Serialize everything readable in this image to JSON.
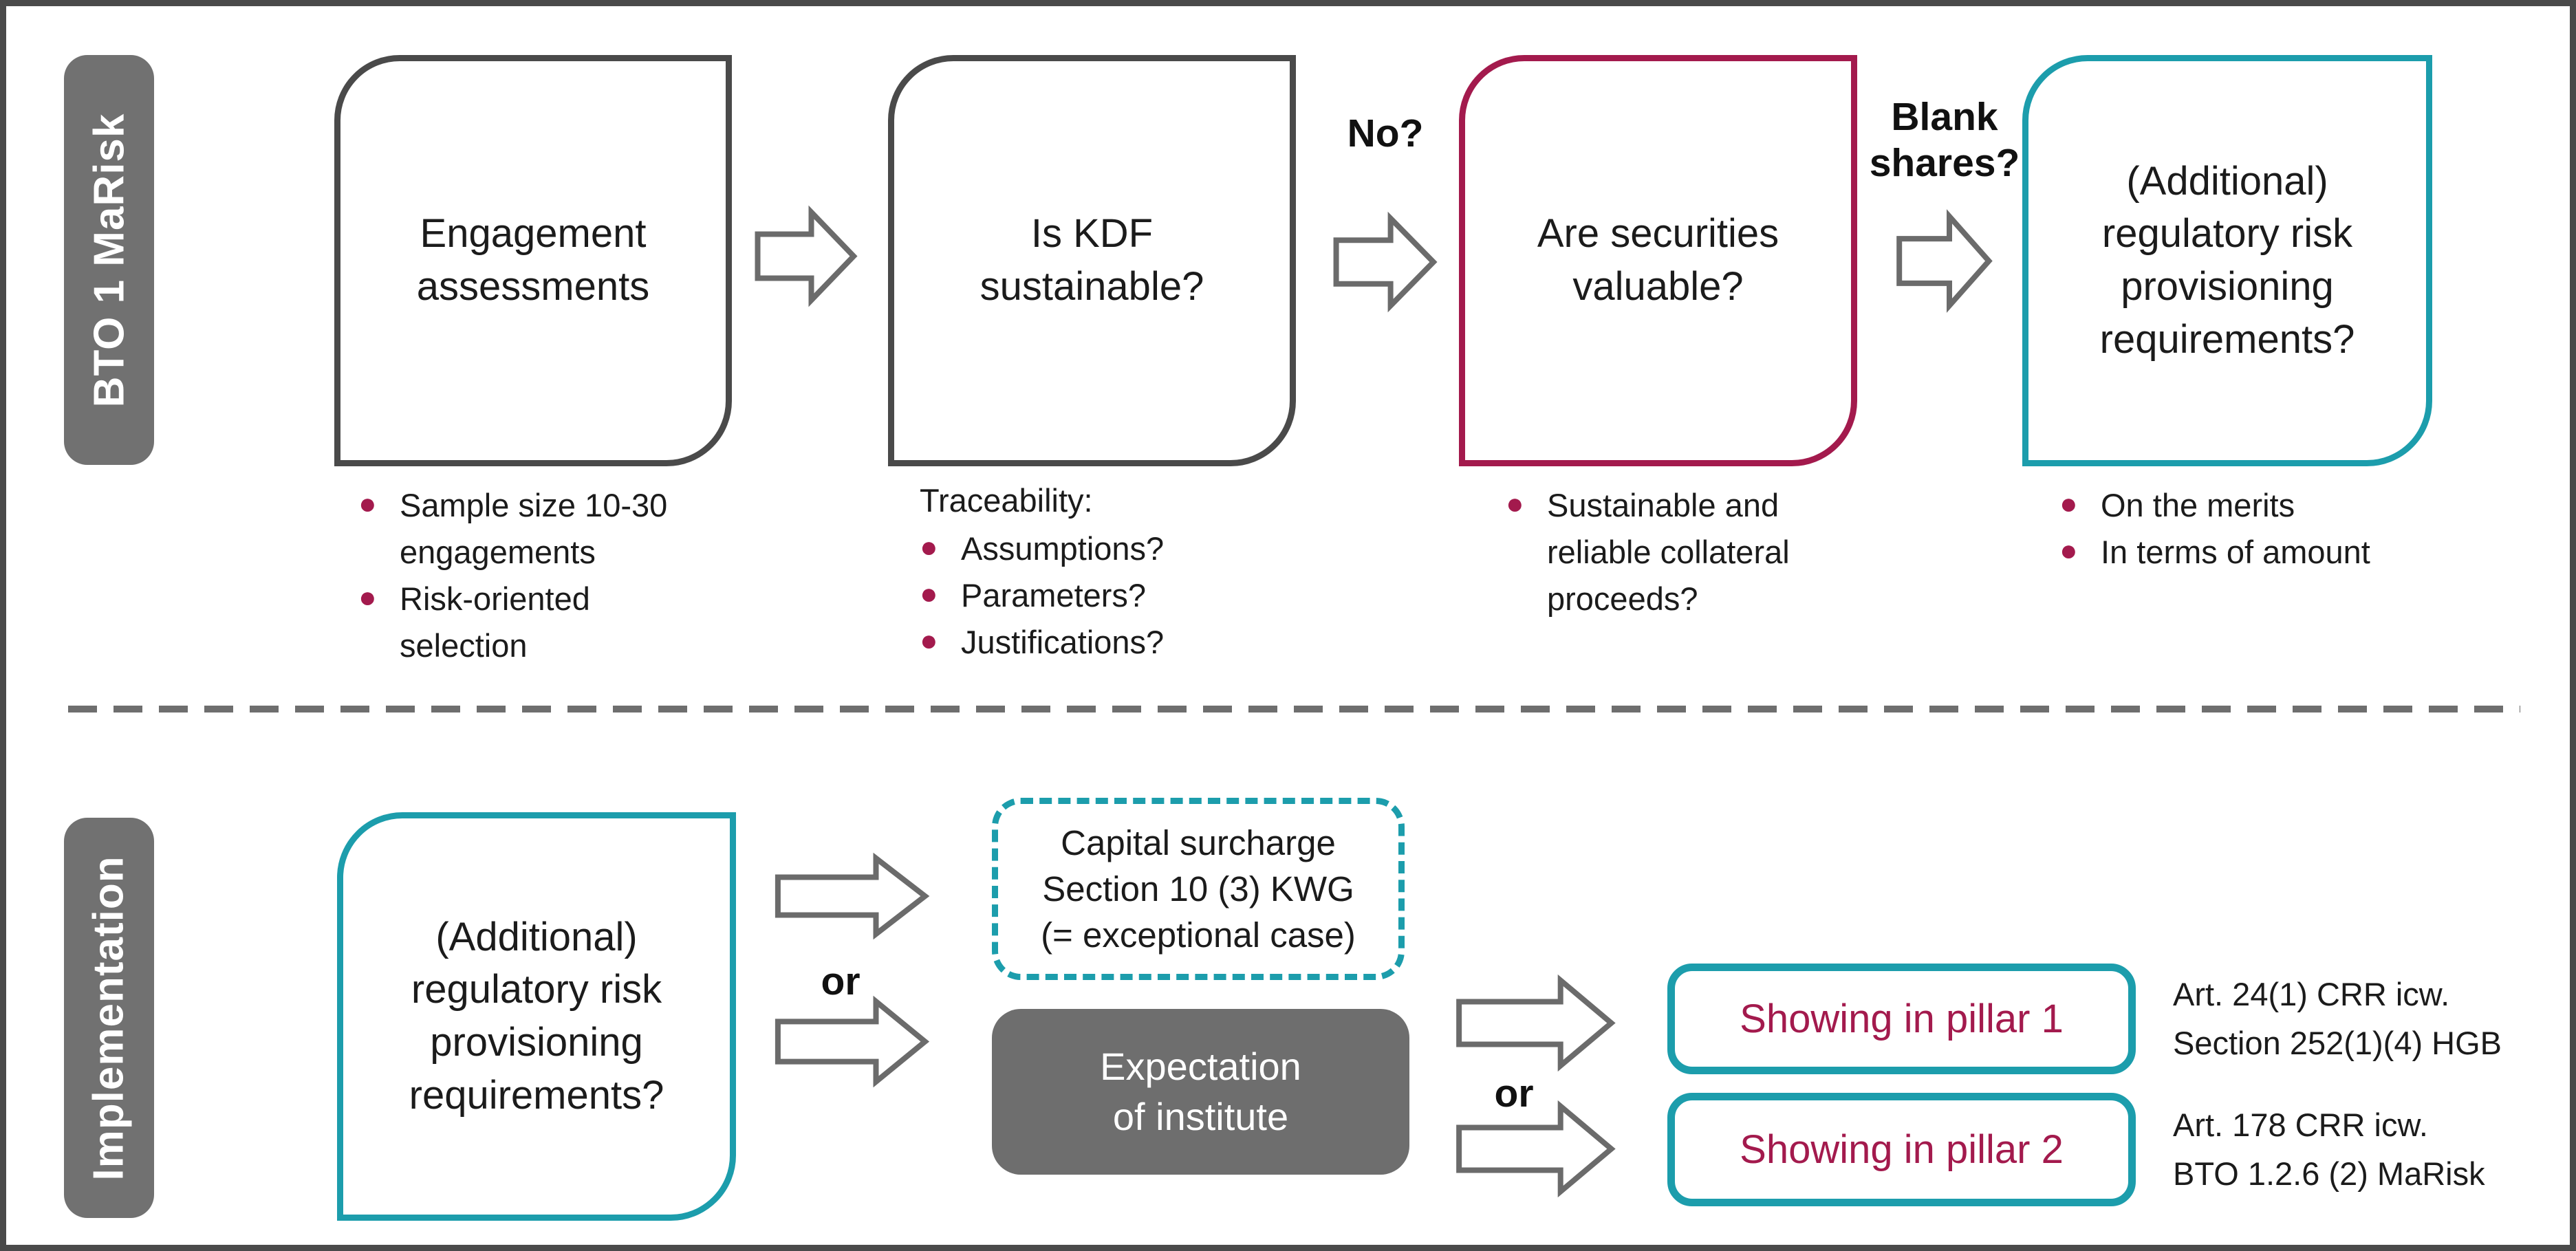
{
  "colors": {
    "magenta": "#A31A4D",
    "teal": "#1C9DAC",
    "box_border_gray": "#4A4A4A",
    "panel_gray": "#717171",
    "fill_gray": "#6E6E6E",
    "arrow_gray": "#6B6B6B",
    "text": "#1b1b1b"
  },
  "top": {
    "sidebar": "BTO 1 MaRisk",
    "box1": {
      "title": "Engagement\nassessments",
      "bullets": [
        "Sample size 10-30\nengagements",
        "Risk-oriented\nselection"
      ]
    },
    "box2": {
      "title": "Is KDF\nsustainable?",
      "list_header": "Traceability:",
      "bullets": [
        "Assumptions?",
        "Parameters?",
        "Justifications?"
      ]
    },
    "box3": {
      "title": "Are securities\nvaluable?",
      "bullets": [
        "Sustainable and\nreliable collateral\nproceeds?"
      ]
    },
    "box4": {
      "title": "(Additional)\nregulatory risk\nprovisioning\nrequirements?",
      "bullets": [
        "On the merits",
        "In terms of amount"
      ]
    },
    "labels": {
      "no": "No?",
      "blank": "Blank\nshares?"
    }
  },
  "bottom": {
    "sidebar": "Implementation",
    "source_box": {
      "title": "(Additional)\nregulatory risk\nprovisioning\nrequirements?"
    },
    "labels": {
      "or1": "or",
      "or2": "or"
    },
    "capital_box": {
      "title": "Capital surcharge\nSection 10 (3) KWG\n(= exceptional case)"
    },
    "expectation_box": {
      "title": "Expectation\nof institute"
    },
    "pillar1": {
      "label": "Showing in pillar 1",
      "note": "Art. 24(1) CRR icw.\nSection 252(1)(4) HGB"
    },
    "pillar2": {
      "label": "Showing in pillar 2",
      "note": "Art. 178 CRR icw.\nBTO 1.2.6 (2) MaRisk"
    }
  }
}
